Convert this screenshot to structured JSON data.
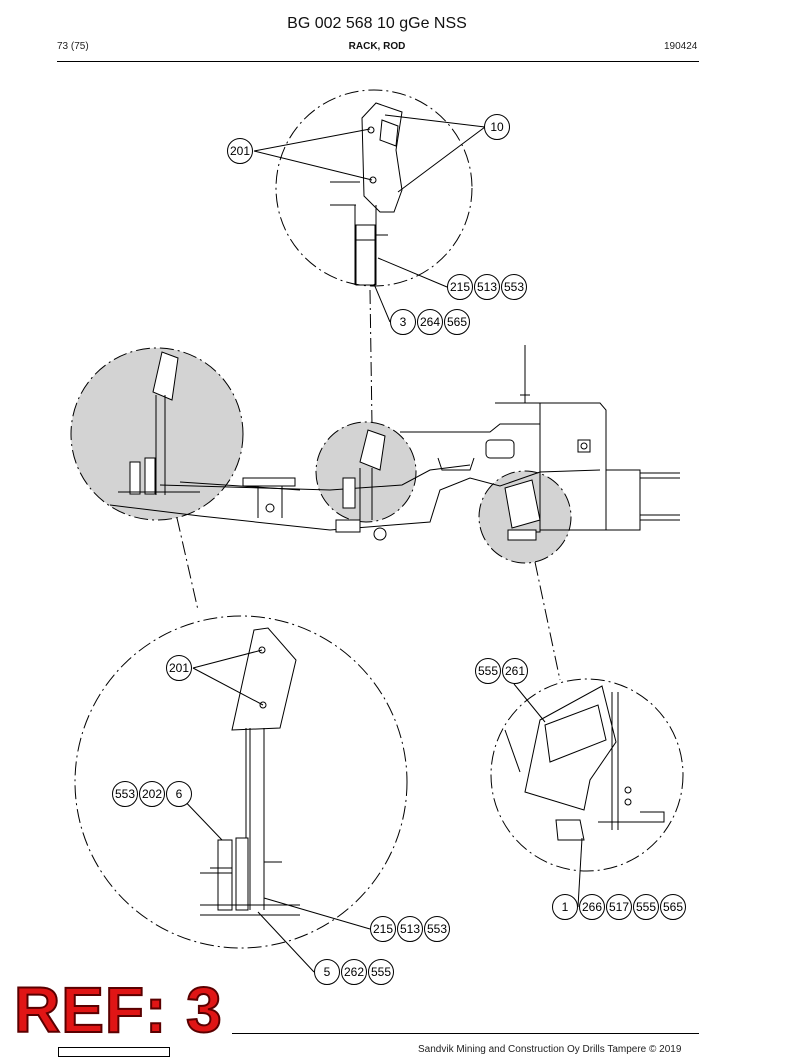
{
  "header": {
    "title": "BG 002 568 10 gGe NSS",
    "page": "73 (75)",
    "section": "RACK, ROD",
    "code": "190424"
  },
  "callouts": {
    "top": [
      "10",
      "201",
      "215",
      "513",
      "553",
      "3",
      "264",
      "565"
    ],
    "left_detail": [
      "201",
      "553",
      "202",
      "6",
      "215",
      "513",
      "553",
      "5",
      "262",
      "555"
    ],
    "right_detail": [
      "555",
      "261",
      "1",
      "266",
      "517",
      "555",
      "565"
    ]
  },
  "stamp": "REF: 3",
  "footer": {
    "copyright": "Sandvik Mining and Construction Oy Drills Tampere © 2019"
  },
  "colors": {
    "stamp_fill": "#e01515",
    "highlight_gray": "#d3d3d3",
    "line": "#000000"
  }
}
